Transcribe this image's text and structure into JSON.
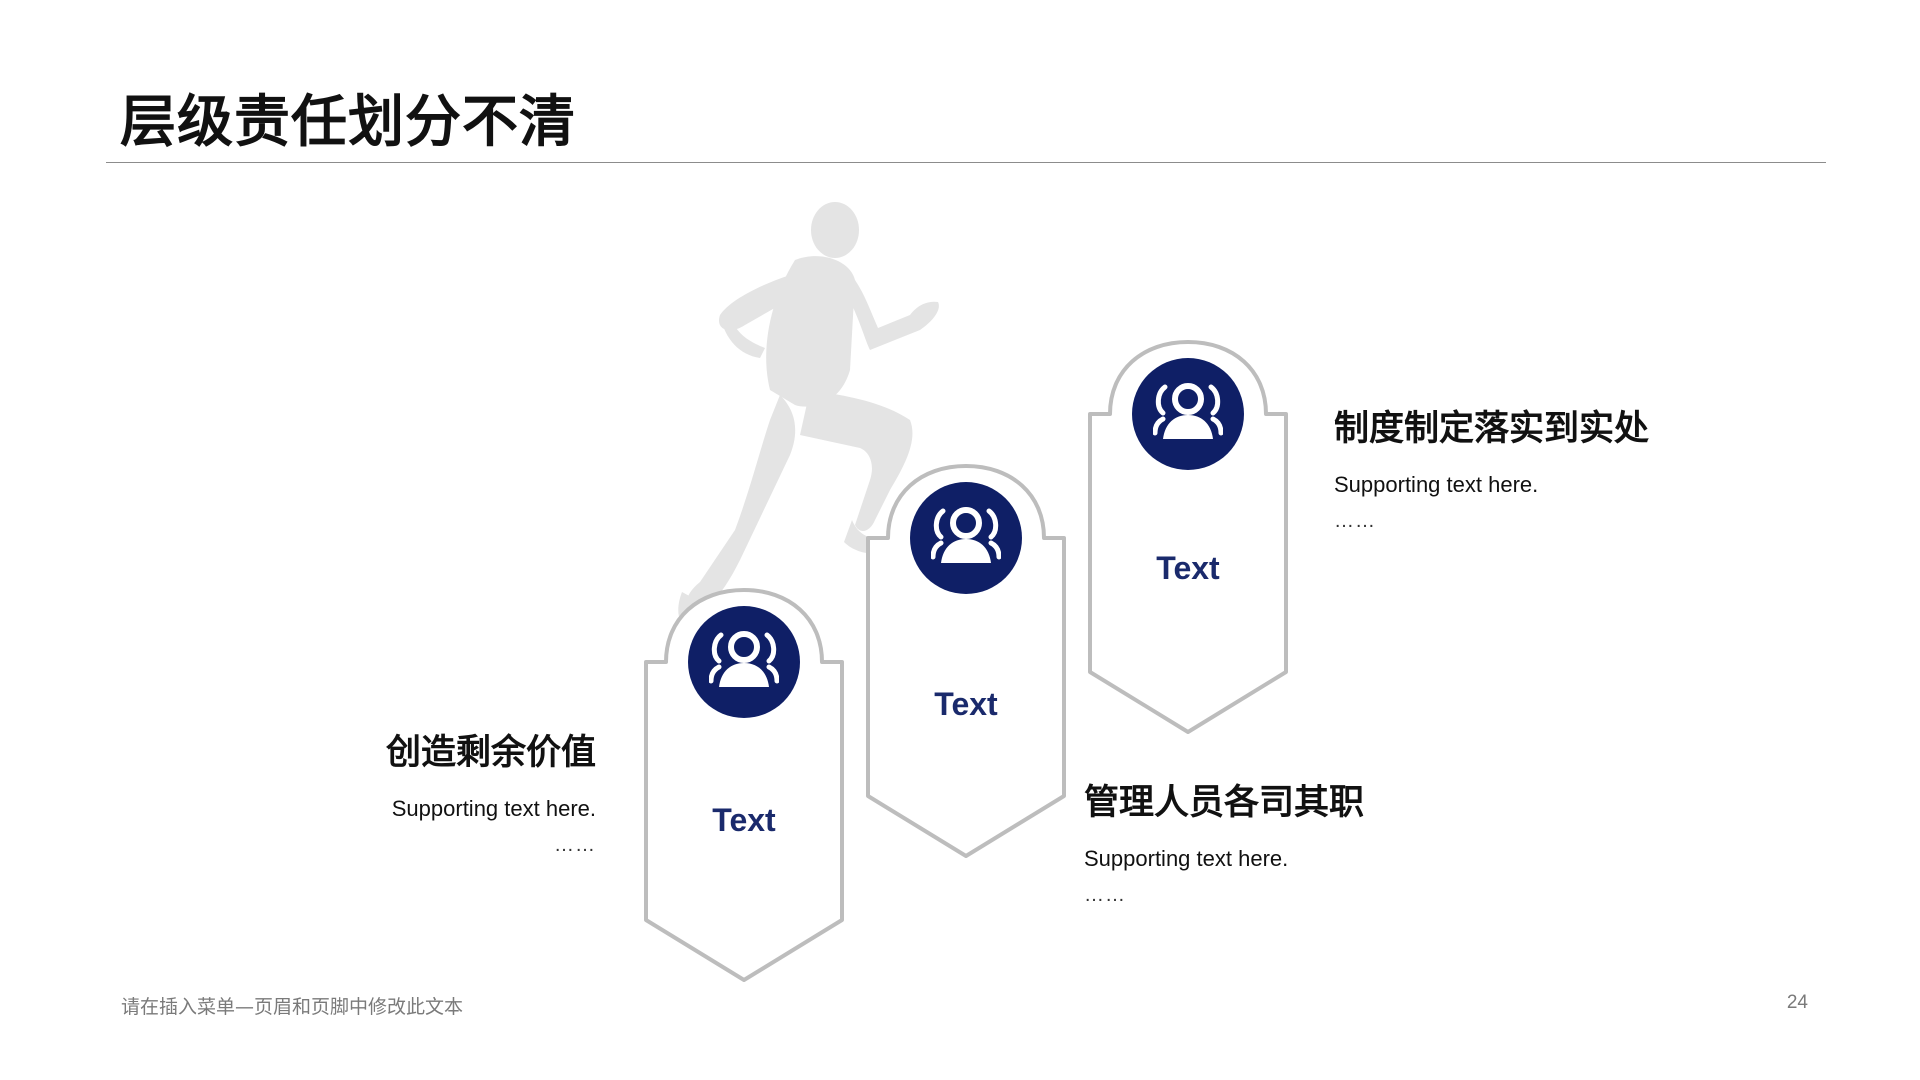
{
  "title": "层级责任划分不清",
  "steps": [
    {
      "label": "Text",
      "heading": "创造剩余价值",
      "support": "Supporting  text here.",
      "ellipsis": "……"
    },
    {
      "label": "Text",
      "heading": "管理人员各司其职",
      "support": "Supporting  text here.",
      "ellipsis": "……"
    },
    {
      "label": "Text",
      "heading": "制度制定落实到实处",
      "support": "Supporting  text here.",
      "ellipsis": "……"
    }
  ],
  "icons": {
    "step_icon": "people-group-icon",
    "background": "running-person-silhouette"
  },
  "colors": {
    "accent": "#0f1f66",
    "label": "#1a2a6c",
    "outline": "#bdbdbd",
    "silhouette": "#e4e4e4"
  },
  "footer": {
    "text": "请在插入菜单—页眉和页脚中修改此文本",
    "page_number": "24"
  }
}
